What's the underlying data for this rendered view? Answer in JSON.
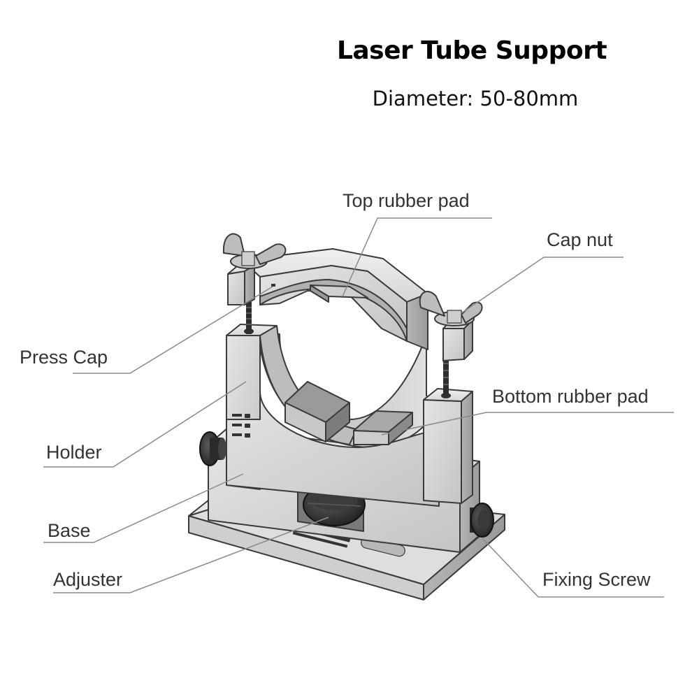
{
  "header": {
    "title": "Laser Tube Support",
    "subtitle": "Diameter: 50-80mm"
  },
  "callouts": {
    "top_rubber_pad": "Top rubber pad",
    "cap_nut": "Cap nut",
    "press_cap": "Press Cap",
    "bottom_rubber_pad": "Bottom rubber pad",
    "holder": "Holder",
    "base": "Base",
    "adjuster": "Adjuster",
    "fixing_screw": "Fixing Screw"
  },
  "colors": {
    "metal_light": "#d9d9d9",
    "metal_mid": "#bdbdbd",
    "metal_dark": "#8f8f8f",
    "knob_dark": "#2b2b2b",
    "leader_line": "#8a8a8a",
    "label_text": "#333333"
  }
}
